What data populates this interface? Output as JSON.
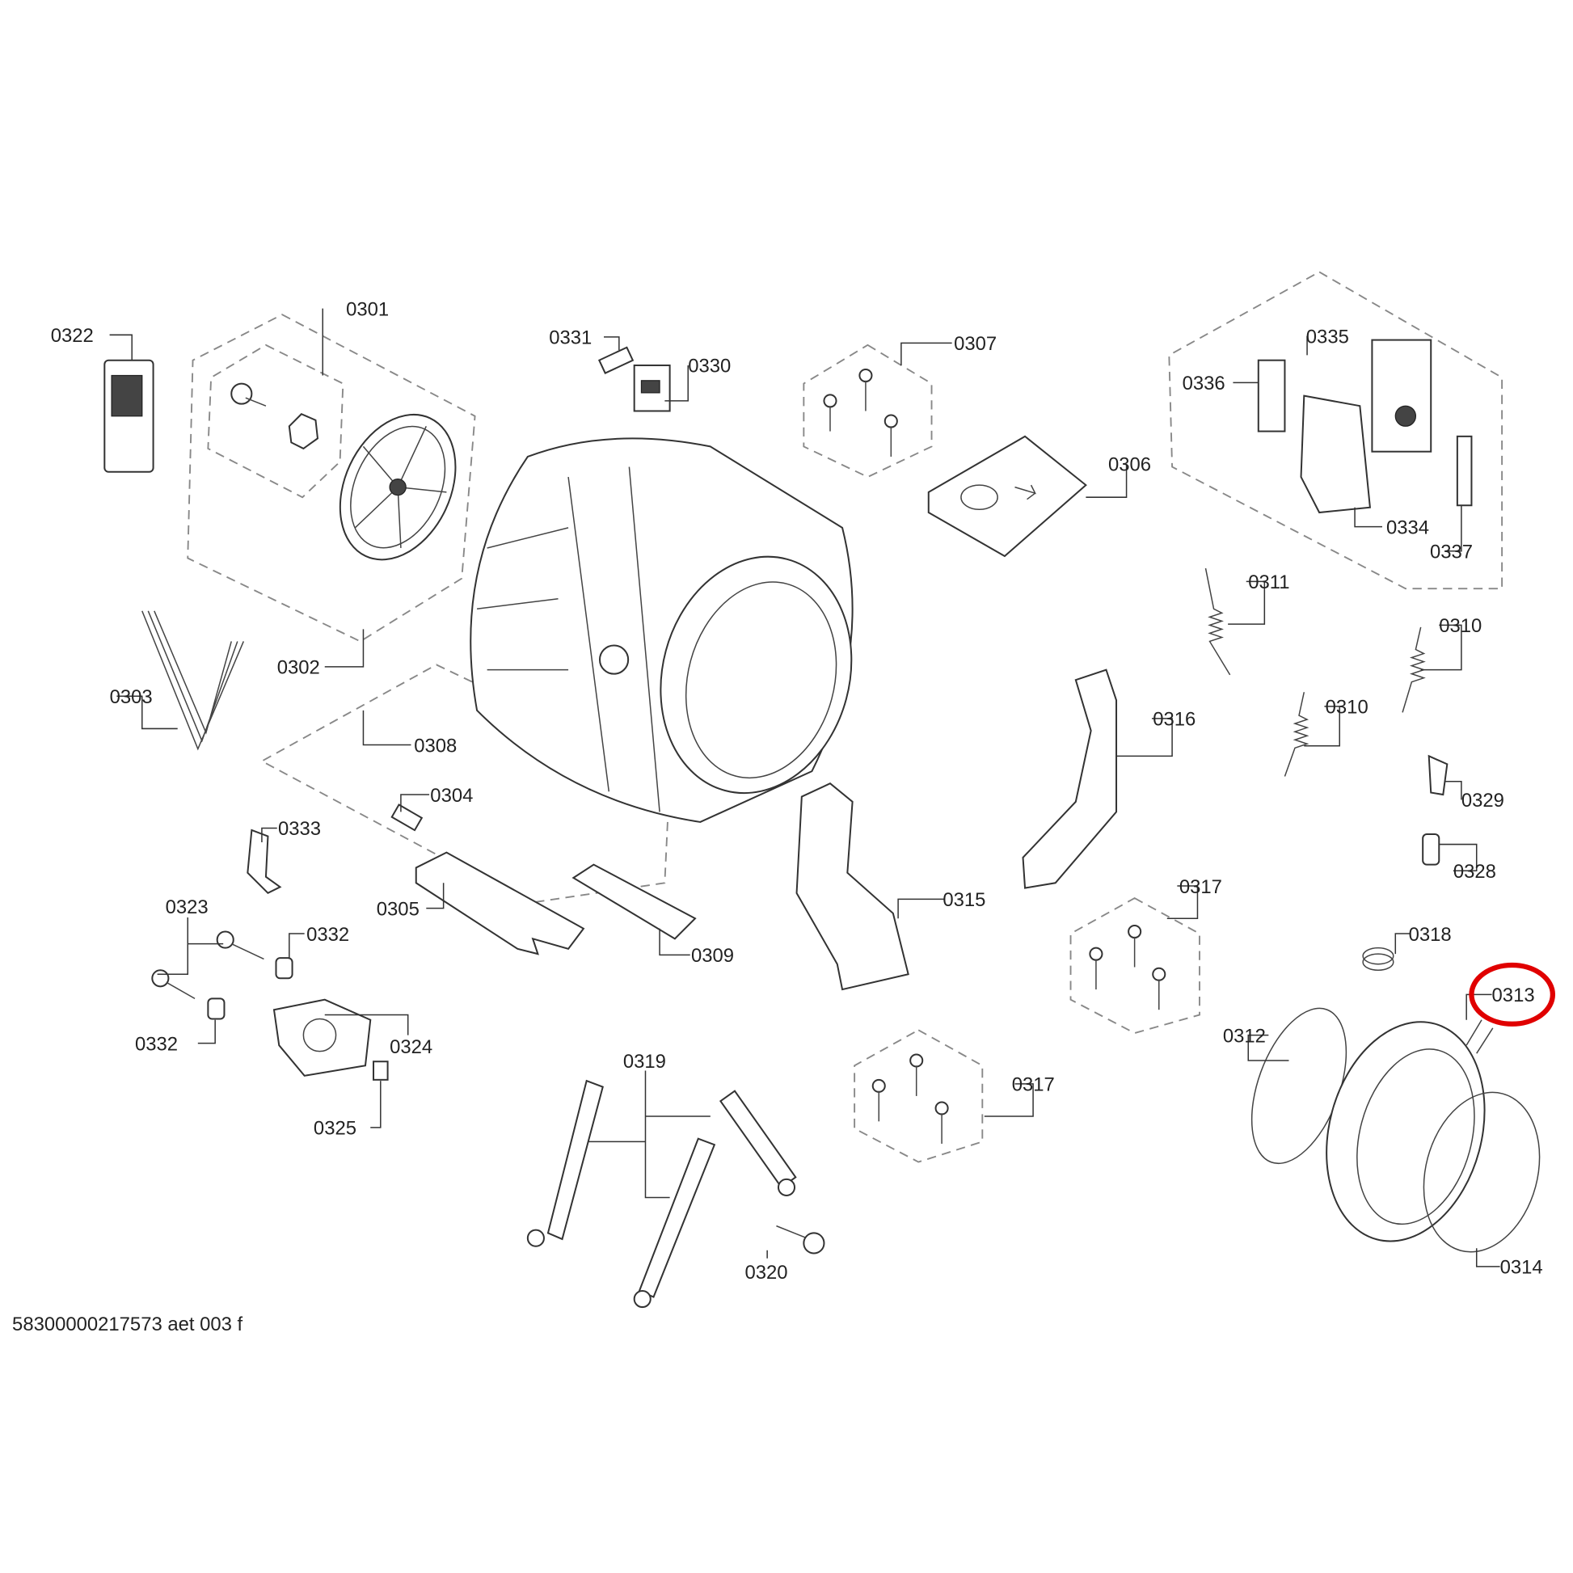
{
  "labels": [
    "0322",
    "0301",
    "0331",
    "0330",
    "0307",
    "0335",
    "0336",
    "0306",
    "0334",
    "0337",
    "0311",
    "0310",
    "0310",
    "0316",
    "0329",
    "0328",
    "0317",
    "0318",
    "0313",
    "0312",
    "0314",
    "0317",
    "0315",
    "0303",
    "0302",
    "0308",
    "0304",
    "0333",
    "0305",
    "0309",
    "0323",
    "0332",
    "0332",
    "0324",
    "0325",
    "0319",
    "0320"
  ],
  "footer": "58300000217573 aet 003 f",
  "highlight": {
    "part": "0313",
    "color": "#e00000"
  }
}
